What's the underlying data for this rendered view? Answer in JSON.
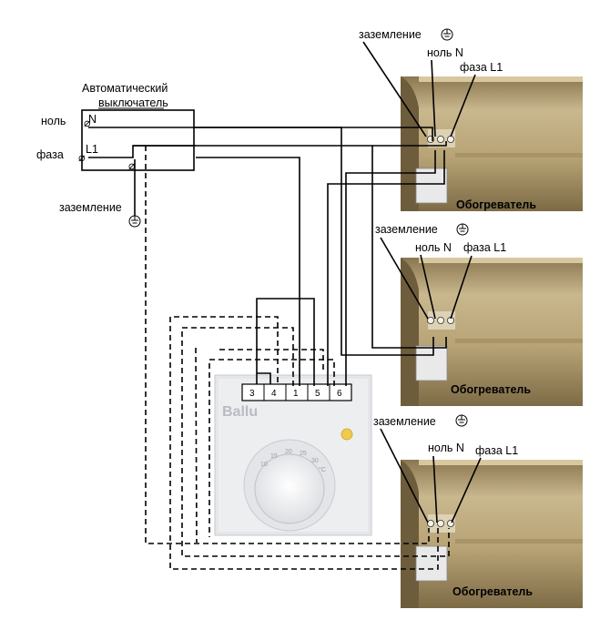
{
  "breaker": {
    "title_line1": "Автоматический",
    "title_line2": "выключатель",
    "label_null": "ноль",
    "label_phase": "фаза",
    "terminal_n": "N",
    "terminal_l1": "L1",
    "ground_label": "заземление"
  },
  "heaters": [
    {
      "ground_label": "заземление",
      "null_label": "ноль N",
      "phase_label": "фаза L1",
      "name": "Обогреватель"
    },
    {
      "ground_label": "заземление",
      "null_label": "ноль N",
      "phase_label": "фаза L1",
      "name": "Обогреватель"
    },
    {
      "ground_label": "заземление",
      "null_label": "ноль N",
      "phase_label": "фаза L1",
      "name": "Обогреватель"
    }
  ],
  "thermostat": {
    "brand": "Ballu",
    "terminals": [
      "3",
      "4",
      "1",
      "5",
      "6"
    ],
    "dial_marks": [
      "10",
      "15",
      "20",
      "25",
      "30",
      "°C"
    ],
    "indicator_color": "#f2c94c"
  },
  "colors": {
    "heater_body": "#c7b48a",
    "heater_dark": "#8f7d55",
    "thermostat_body": "#e9ebee"
  },
  "icons": {
    "ground": "ground-icon",
    "screw": "screw-terminal-icon"
  }
}
